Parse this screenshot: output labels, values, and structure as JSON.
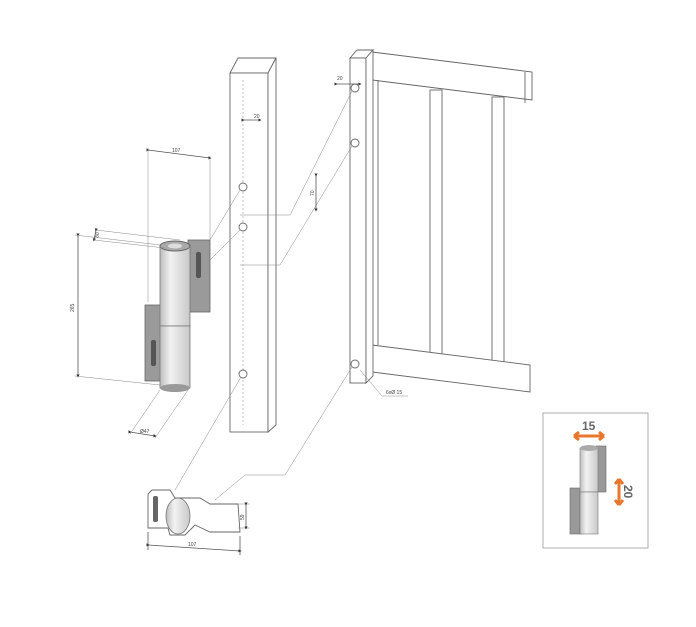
{
  "dimensions": {
    "hinge_width_top": "107",
    "plate_offset": "50",
    "hinge_height": "265",
    "barrel_diameter": "Ø47",
    "hole_spacing": "70",
    "post_hole_offset": "20",
    "gate_hole_offset": "20",
    "holes": "6xØ 15",
    "bottom_width": "107",
    "bottom_depth": "59"
  },
  "inset": {
    "horizontal_adjust": "15",
    "vertical_adjust": "20",
    "arrow_color": "#e8772e"
  }
}
